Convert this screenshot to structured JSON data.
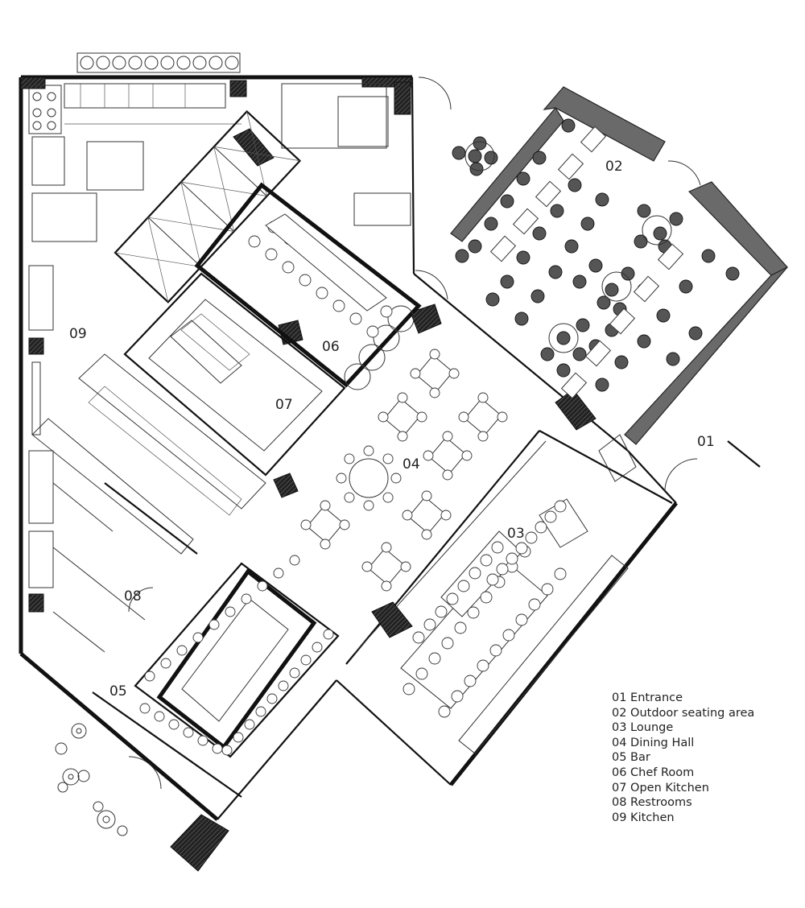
{
  "rooms": [
    {
      "id": "01",
      "name": "Entrance"
    },
    {
      "id": "02",
      "name": "Outdoor seating area"
    },
    {
      "id": "03",
      "name": "Lounge"
    },
    {
      "id": "04",
      "name": "Dining Hall"
    },
    {
      "id": "05",
      "name": "Bar"
    },
    {
      "id": "06",
      "name": "Chef Room"
    },
    {
      "id": "07",
      "name": "Open Kitchen"
    },
    {
      "id": "08",
      "name": "Restrooms"
    },
    {
      "id": "09",
      "name": "Kitchen"
    }
  ],
  "legend": [
    "01 Entrance",
    "02 Outdoor seating area",
    "03 Lounge",
    "04 Dining Hall",
    "05 Bar",
    "06 Chef Room",
    "07 Open Kitchen",
    "08 Restrooms",
    "09 Kitchen"
  ],
  "colors": {
    "line": "#111111",
    "background": "#ffffff",
    "hatch": "#1a1a1a"
  }
}
